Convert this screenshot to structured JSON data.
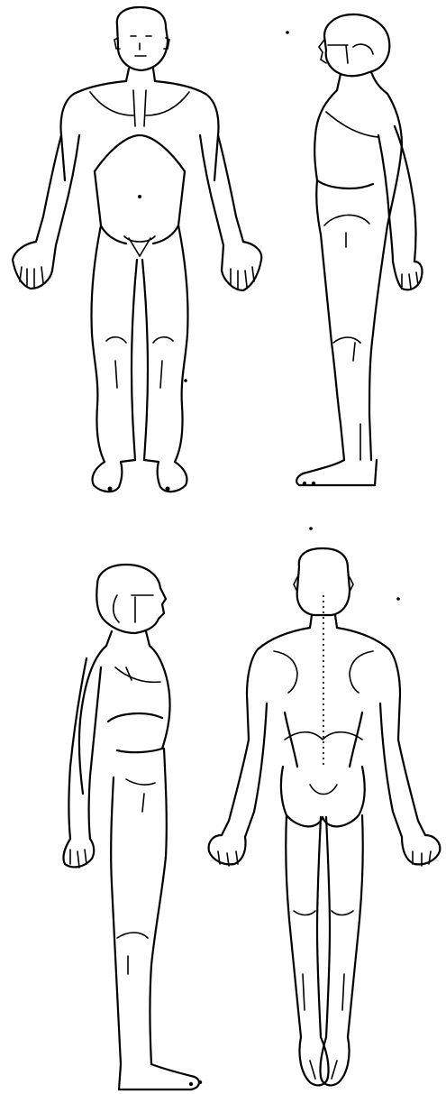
{
  "figure": {
    "views": [
      "anterior",
      "right-lateral",
      "left-lateral",
      "posterior"
    ],
    "line_color": "#000000",
    "background": "#ffffff"
  }
}
